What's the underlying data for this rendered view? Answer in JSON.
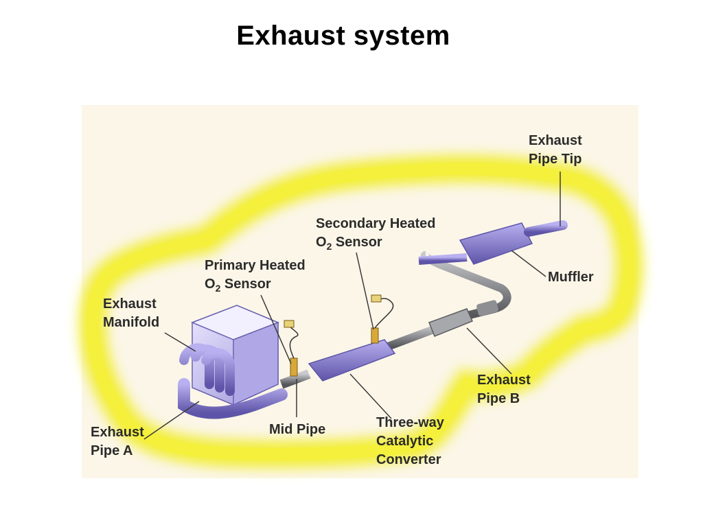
{
  "title": "Exhaust system",
  "labels": {
    "exhaust_pipe_tip": [
      "Exhaust",
      "Pipe Tip"
    ],
    "secondary_o2": {
      "line1": "Secondary Heated",
      "o": "O",
      "sub": "2",
      "rest": " Sensor"
    },
    "primary_o2": {
      "line1": "Primary Heated",
      "o": "O",
      "sub": "2",
      "rest": " Sensor"
    },
    "exhaust_manifold": [
      "Exhaust",
      "Manifold"
    ],
    "muffler": "Muffler",
    "exhaust_pipe_b": [
      "Exhaust",
      "Pipe B"
    ],
    "exhaust_pipe_a": [
      "Exhaust",
      "Pipe A"
    ],
    "mid_pipe": "Mid Pipe",
    "catalytic_converter": [
      "Three-way",
      "Catalytic",
      "Converter"
    ]
  },
  "colors": {
    "glow": "#f2ee3a",
    "component": "#8f86d8",
    "component_dark": "#5e54a8",
    "pipe": "#77787c",
    "panel": "#fbf6e8"
  }
}
